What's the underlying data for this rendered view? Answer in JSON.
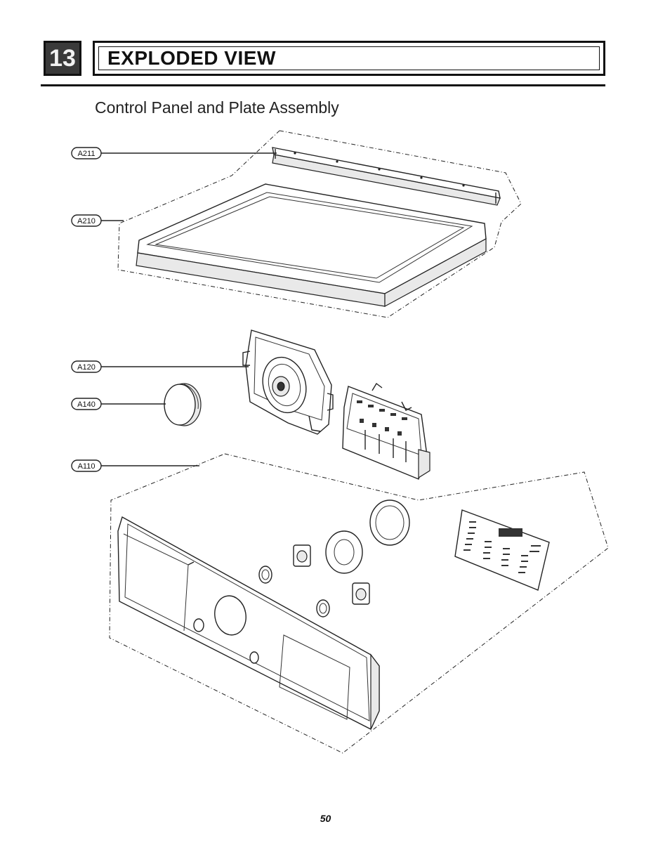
{
  "header": {
    "section_number": "13",
    "title": "EXPLODED VIEW"
  },
  "subtitle": "Control Panel and Plate Assembly",
  "callouts": [
    {
      "id": "a211",
      "label": "A211"
    },
    {
      "id": "a210",
      "label": "A210"
    },
    {
      "id": "a120",
      "label": "A120"
    },
    {
      "id": "a140",
      "label": "A140"
    },
    {
      "id": "a110",
      "label": "A110"
    }
  ],
  "page_number": "50"
}
